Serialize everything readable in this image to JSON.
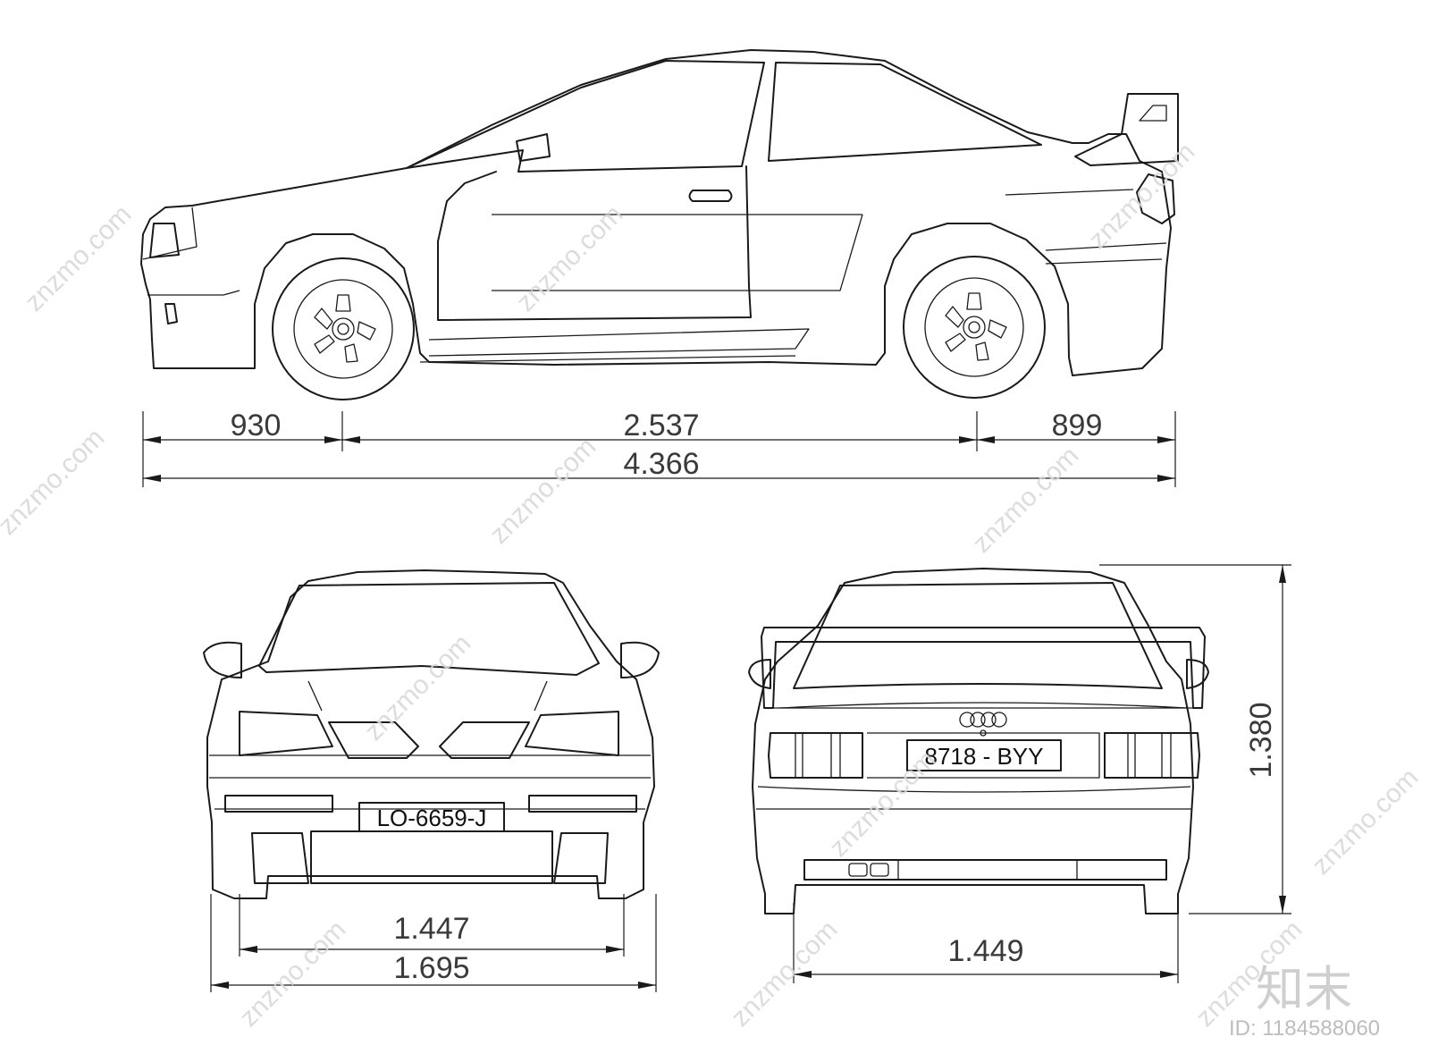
{
  "dimensions": {
    "side": {
      "front_overhang": "930",
      "wheelbase": "2.537",
      "rear_overhang": "899",
      "overall_length": "4.366"
    },
    "front": {
      "track": "1.447",
      "overall_width": "1.695"
    },
    "rear": {
      "track": "1.449",
      "overall_height": "1.380"
    }
  },
  "plates": {
    "front": "LO-6659-J",
    "rear": "8718 - BYY"
  },
  "watermark": {
    "text": "znzmo.com",
    "logo": "知末",
    "id": "ID: 1184588060"
  },
  "colors": {
    "line": "#1a1a1a",
    "dimension_text": "#3a3a3a",
    "watermark": "#d9d9d9"
  }
}
